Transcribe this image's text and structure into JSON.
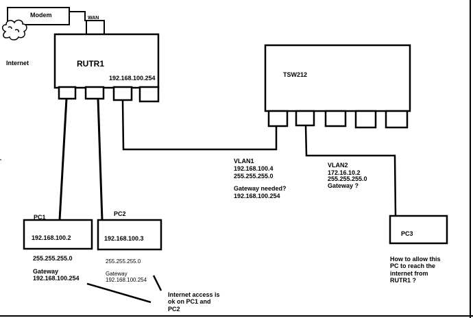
{
  "modem": {
    "label": "Modem"
  },
  "internet": {
    "label": "Internet"
  },
  "router": {
    "name": "RUTR1",
    "ip": "192.168.100.254",
    "wan_label": "WAN"
  },
  "switch": {
    "name": "TSW212"
  },
  "vlan1": {
    "name": "VLAN1",
    "ip": "192.168.100.4",
    "mask": "255.255.255.0",
    "question": "Gateway needed?",
    "gateway": "192.168.100.254"
  },
  "vlan2": {
    "name": "VLAN2",
    "ip": "172.16.10.2",
    "mask": "255.255.255.0",
    "gateway": "Gateway ?"
  },
  "pc1": {
    "name": "PC1",
    "ip": "192.168.100.2",
    "mask": "255.255.255.0",
    "gateway_label": "Gateway",
    "gateway": "192.168.100.254"
  },
  "pc2": {
    "name": "PC2",
    "ip": "192.168.100.3",
    "mask": "255.255.255.0",
    "gateway_label": "Gateway",
    "gateway": "192.168.100.254"
  },
  "pc3": {
    "name": "PC3"
  },
  "notes": {
    "internet_access": "Internet access is\nok on PC1 and\nPC2",
    "question": "How to allow this\nPC to reach the\ninternet from\nRUTR1 ?"
  }
}
